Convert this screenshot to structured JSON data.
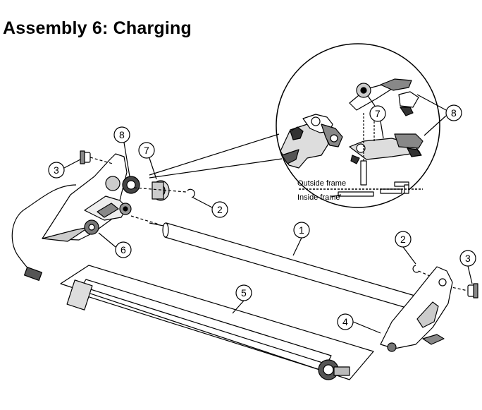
{
  "title": "Assembly 6:  Charging",
  "detail_labels": {
    "outside_frame": "Outside frame",
    "inside_frame": "Inside frame"
  },
  "callouts": [
    "1",
    "2",
    "2",
    "3",
    "3",
    "4",
    "5",
    "6",
    "7",
    "7",
    "8",
    "8"
  ]
}
